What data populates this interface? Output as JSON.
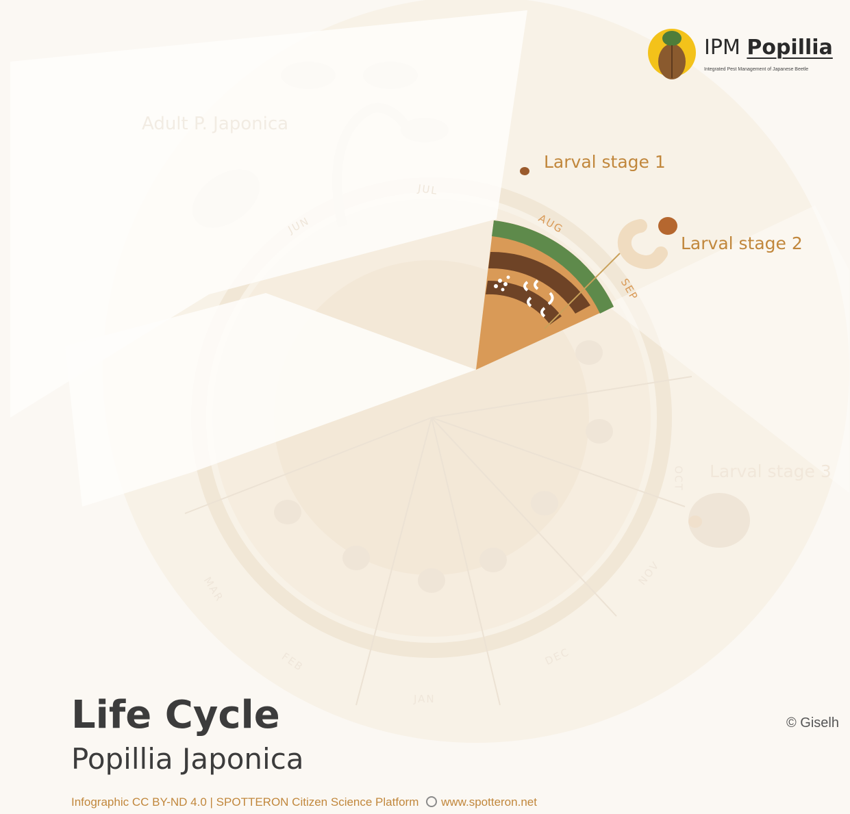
{
  "logo": {
    "name_prefix": "IPM ",
    "name_bold": "Popillia",
    "tagline": "Integrated Pest Management of Japanese Beetle",
    "icon": "beetle-icon"
  },
  "stages": {
    "adult": "Adult P. Japonica",
    "larval1": "Larval stage 1",
    "larval2": "Larval stage 2",
    "larval3": "Larval stage 3"
  },
  "months": {
    "jun": "JUN",
    "jul": "JUL",
    "aug": "AUG",
    "sep": "SEP",
    "oct": "OCT",
    "nov": "NOV",
    "dec": "DEC",
    "jan": "JAN",
    "feb": "FEB",
    "mar": "MAR"
  },
  "title": "Life Cycle",
  "subtitle": "Popillia Japonica",
  "footer": {
    "license": "Infographic CC BY-ND 4.0 | SPOTTERON Citizen Science Platform",
    "url": "www.spotteron.net",
    "icon": "location-pin-icon"
  },
  "copyright": "© Giselh",
  "colors": {
    "background": "#fbf8f3",
    "grass": "#5e8a4b",
    "soil_light": "#d99a57",
    "soil_dark": "#6e4326",
    "accent_text": "#c1873c",
    "title_text": "#3c3c3c"
  }
}
